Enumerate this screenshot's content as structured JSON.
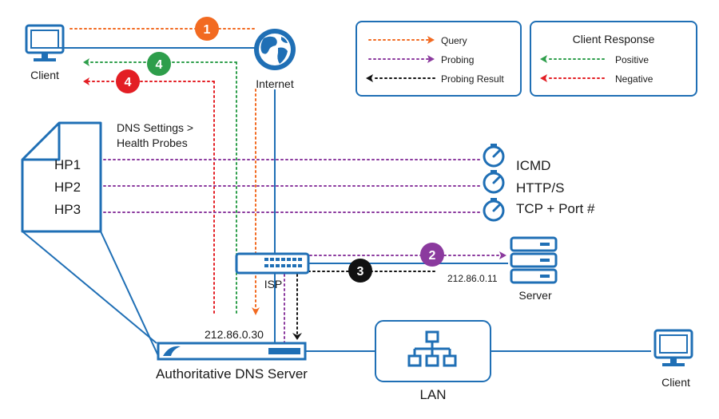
{
  "colors": {
    "blue": "#1f6fb5",
    "query": "#f26a21",
    "probing": "#8b3a9e",
    "result": "#111111",
    "positive": "#2e9e4b",
    "negative": "#e31e24"
  },
  "nodes": {
    "client_top": "Client",
    "internet": "Internet",
    "document_title_line1": "DNS Settings >",
    "document_title_line2": "Health Probes",
    "hp1": "HP1",
    "hp2": "HP2",
    "hp3": "HP3",
    "probe1": "ICMD",
    "probe2": "HTTP/S",
    "probe3": "TCP + Port #",
    "isp": "ISP",
    "server_ip": "212.86.0.11",
    "server": "Server",
    "dns_ip": "212.86.0.30",
    "dns_server": "Authoritative DNS Server",
    "lan": "LAN",
    "client_right": "Client"
  },
  "badges": {
    "query": "1",
    "probing": "2",
    "result": "3",
    "positive": "4",
    "negative": "4"
  },
  "legend": {
    "query": "Query",
    "probing": "Probing",
    "result": "Probing Result"
  },
  "legend_response": {
    "title": "Client Response",
    "positive": "Positive",
    "negative": "Negative"
  }
}
